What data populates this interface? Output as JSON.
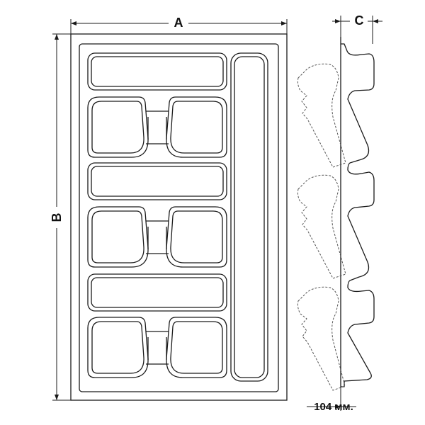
{
  "labels": {
    "width": "A",
    "height": "B",
    "depth": "C",
    "height_mm": "104 мм."
  },
  "colors": {
    "line": "#1a1a1a",
    "dashed": "#555555",
    "background": "#ffffff"
  }
}
